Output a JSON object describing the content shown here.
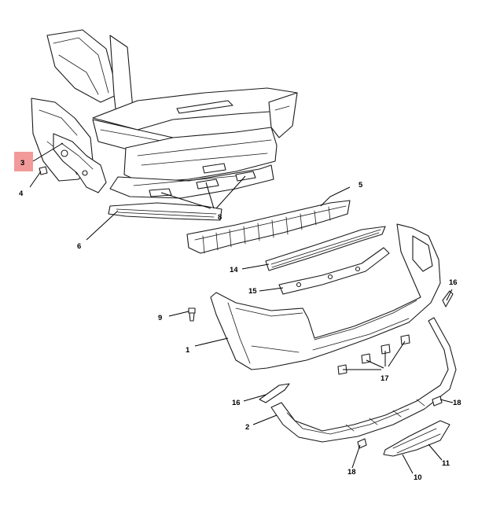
{
  "callouts": [
    {
      "id": "c1",
      "label": "1"
    },
    {
      "id": "c2",
      "label": "2"
    },
    {
      "id": "c3",
      "label": "3",
      "highlighted": true
    },
    {
      "id": "c4",
      "label": "4"
    },
    {
      "id": "c5",
      "label": "5"
    },
    {
      "id": "c6",
      "label": "6"
    },
    {
      "id": "c8",
      "label": "8"
    },
    {
      "id": "c9",
      "label": "9"
    },
    {
      "id": "c10",
      "label": "10"
    },
    {
      "id": "c11",
      "label": "11"
    },
    {
      "id": "c14",
      "label": "14"
    },
    {
      "id": "c15",
      "label": "15"
    },
    {
      "id": "c16a",
      "label": "16"
    },
    {
      "id": "c16b",
      "label": "16"
    },
    {
      "id": "c17",
      "label": "17"
    },
    {
      "id": "c18a",
      "label": "18"
    },
    {
      "id": "c18b",
      "label": "18"
    }
  ],
  "colors": {
    "highlight": "#f29a9a",
    "line": "#1a1a1a"
  }
}
